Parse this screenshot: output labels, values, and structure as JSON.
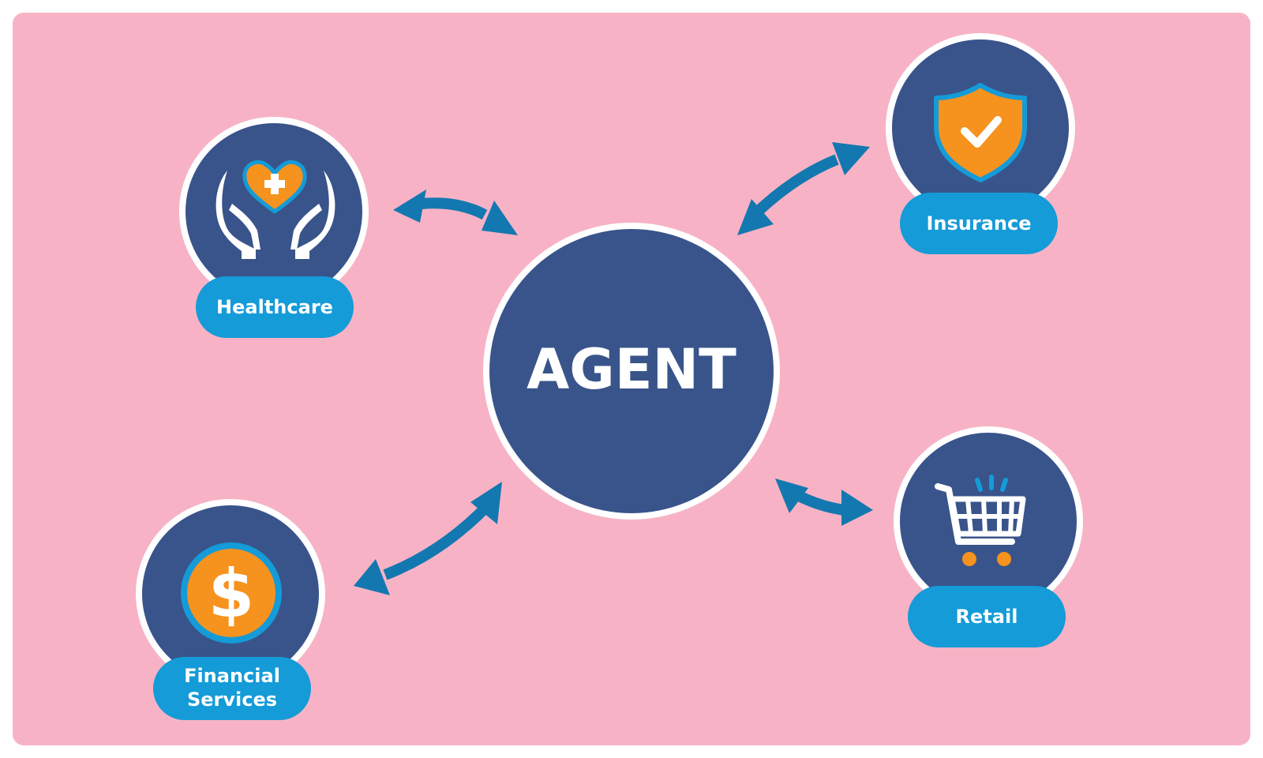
{
  "diagram": {
    "center": {
      "label": "AGENT"
    },
    "nodes": [
      {
        "id": "healthcare",
        "label": "Healthcare",
        "icon": "healthcare-hands-heart-icon"
      },
      {
        "id": "insurance",
        "label": "Insurance",
        "icon": "shield-check-icon"
      },
      {
        "id": "financial",
        "label_line1": "Financial",
        "label_line2": "Services",
        "icon": "dollar-coin-icon"
      },
      {
        "id": "retail",
        "label": "Retail",
        "icon": "shopping-cart-icon"
      }
    ],
    "colors": {
      "background": "#f7b3c5",
      "circle": "#39548b",
      "pill": "#149bd8",
      "arrow": "#1478b0",
      "accent": "#f6921e",
      "white": "#ffffff"
    }
  }
}
